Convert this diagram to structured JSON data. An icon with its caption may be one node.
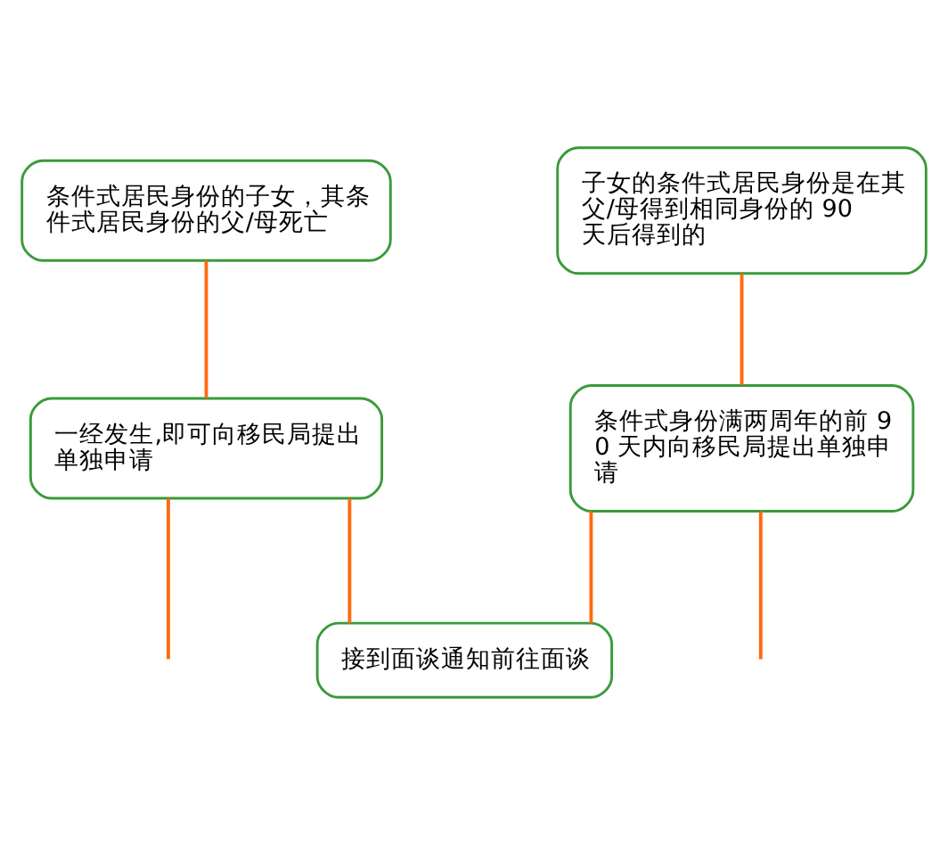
{
  "diagram": {
    "nodes": [
      {
        "text": [
          "条件式居民身份的子女，其条件式居民身份的父/母死亡"
        ]
      },
      {
        "text": [
          "子女的条件式居民身份是在其父/母得到相同身份的 90 天后得到的"
        ]
      },
      {
        "text": [
          "一经发生,即可向移民局提出单独申请"
        ]
      },
      {
        "text": [
          "条件式身份满两周年的前 90 天内向移民局提出单独申请"
        ]
      },
      {
        "text": [
          "接到面谈通知前往面谈"
        ]
      }
    ],
    "edges": [
      {
        "from": 0,
        "to": 2,
        "arrow": "none"
      },
      {
        "from": 1,
        "to": 3,
        "arrow": "none"
      },
      {
        "from": 2,
        "to": 4,
        "arrow": "none"
      },
      {
        "from": 3,
        "to": 4,
        "arrow": "none"
      },
      {
        "from": 2,
        "to": null,
        "arrow": "none"
      },
      {
        "from": 3,
        "to": null,
        "arrow": "none"
      }
    ]
  }
}
